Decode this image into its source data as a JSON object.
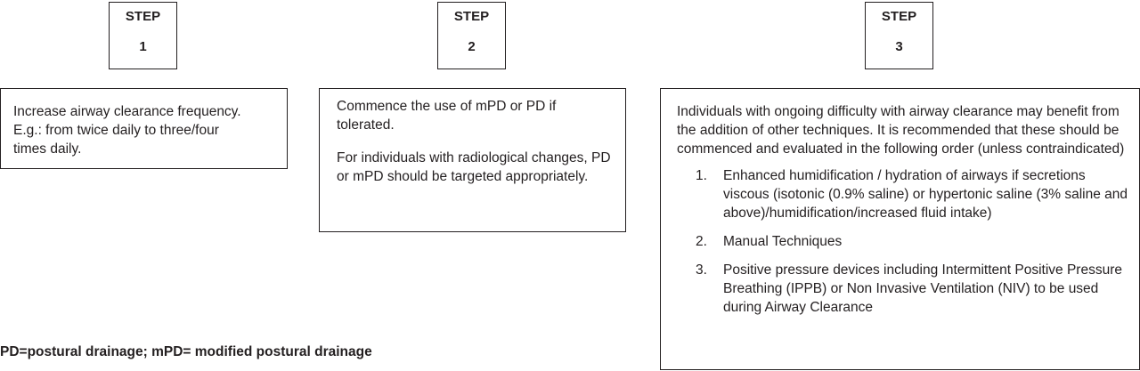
{
  "steps": [
    {
      "label": "STEP",
      "number": "1"
    },
    {
      "label": "STEP",
      "number": "2"
    },
    {
      "label": "STEP",
      "number": "3"
    }
  ],
  "box1": {
    "line1": "Increase airway clearance frequency.",
    "line2": "E.g.: from twice daily to three/four",
    "line3": "times daily."
  },
  "box2": {
    "para1": "Commence the use of mPD or PD if tolerated.",
    "para2": "For individuals with radiological changes, PD or mPD should be targeted appropriately."
  },
  "box3": {
    "intro": "Individuals with ongoing difficulty with airway clearance may benefit from the addition of other techniques. It is recommended that these should be commenced and evaluated in the following order (unless contraindicated)",
    "items": [
      {
        "number": "1.",
        "text": "Enhanced humidification / hydration of airways if secretions viscous (isotonic (0.9% saline) or hypertonic saline (3% saline and above)/humidification/increased fluid intake)"
      },
      {
        "number": "2.",
        "text": "Manual Techniques"
      },
      {
        "number": "3.",
        "text": "Positive pressure devices including Intermittent Positive Pressure Breathing (IPPB) or Non Invasive Ventilation (NIV) to be used during Airway Clearance"
      }
    ]
  },
  "footnote": "PD=postural drainage; mPD= modified postural drainage"
}
